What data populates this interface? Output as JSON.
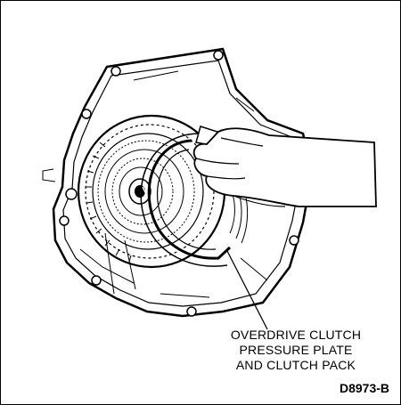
{
  "callout": {
    "lines": [
      "OVERDRIVE CLUTCH",
      "PRESSURE PLATE",
      "AND CLUTCH PACK"
    ]
  },
  "figure_id": "D8973-B",
  "colors": {
    "ink": "#000000",
    "paper": "#ffffff"
  }
}
